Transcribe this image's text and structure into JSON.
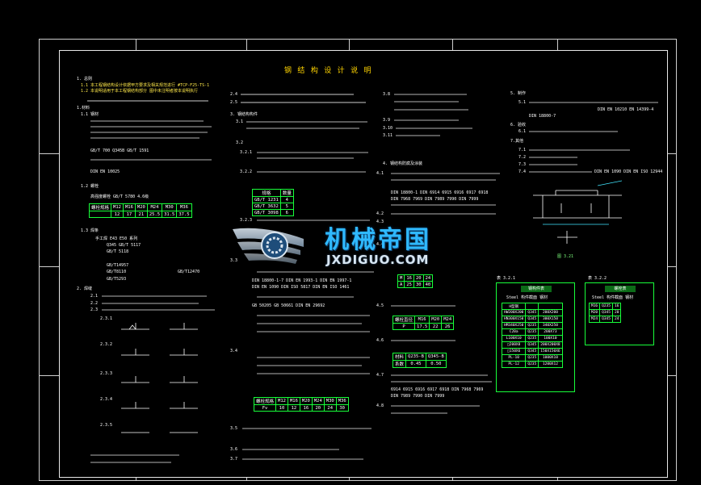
{
  "title": "钢 结 构 设 计 说 明",
  "watermark": {
    "name": "机械帝国",
    "url": "JXDIGUO.COM"
  },
  "col1": {
    "s1": "1. 总则",
    "l1": "1.1 本工程钢结构设计依据甲方要求及相关规范进行  #TCP-F25-TS-1",
    "l2": "1.2 本说明适用于本工程钢结构部分  图中未注明者按本说明执行",
    "s2": "1.材料",
    "m1": "1.1 钢材",
    "m2": "GB/T 700 Q345B GB/T 1591",
    "m3": "DIN EN 10025",
    "s3": "1.2 螺栓",
    "bolt_sub": "高强度螺栓 GB/T 5780 4.6级",
    "bolt_headers": [
      "螺栓规格",
      "M12",
      "M16",
      "M20",
      "M24",
      "M30",
      "M36"
    ],
    "bolt_values": [
      "",
      "12",
      "17",
      "21",
      "25.5",
      "31.5",
      "37.5"
    ],
    "s4": "1.3 焊条",
    "w1": "手工焊 E43 E50 系列",
    "w2": "Q345 GB/T 5117",
    "w3": "GB/T 5118",
    "w4": "GB/T14957",
    "w5": "GB/T8110",
    "w6": "GB/T5293",
    "w7": "GB/T12470",
    "s5": "2. 焊缝",
    "ws": [
      "2.1",
      "2.2",
      "2.3",
      "2.3.1",
      "2.3.2",
      "2.3.3",
      "2.3.4",
      "2.3.5"
    ]
  },
  "col2": {
    "a1": "2.4",
    "a2": "2.5",
    "b1": "3. 钢结构构件",
    "b2": "3.1",
    "b3": "3.2",
    "b4": "3.2.1",
    "b5": "3.2.2",
    "t3_headers": [
      "规格",
      "数量"
    ],
    "t3_rows": [
      [
        "GB/T 1231",
        "4"
      ],
      [
        "GB/T 3632",
        "5"
      ],
      [
        "GB/T 3098",
        "6"
      ]
    ],
    "b6": "3.2.3",
    "b7": "3.3",
    "std1": "DIN 18800-1-7  DIN EN 1993-1  DIN EN 1997-1",
    "std2": "DIN EN 1090  DIN ISO 5817  DIN EN ISO 1461",
    "std3": "GB 50205  GB 50661  DIN EN 29692",
    "d1": "3.4",
    "t4_headers": [
      "螺栓规格",
      "M12",
      "M16",
      "M20",
      "M24",
      "M30",
      "M36"
    ],
    "t4_values": [
      "Fv",
      "10",
      "12",
      "16",
      "20",
      "24",
      "30"
    ],
    "e1": "3.5",
    "e2": "3.6",
    "e3": "3.7"
  },
  "col3": {
    "a1": "3.8",
    "a2": "3.9",
    "a3": "3.10",
    "a4": "3.11",
    "s4": "4. 钢结构防腐及涂装",
    "l41": "4.1",
    "std4": "DIN 18800-1  DIN 6914  6915  6916  6917  6918",
    "std5": "DIN 7968  7969  DIN 7989  7990  DIN 7999",
    "l42": "4.2",
    "l43": "4.3",
    "l44": "4.4",
    "t44_headers": [
      "M",
      "16",
      "20",
      "24"
    ],
    "t44_values": [
      "A",
      "25",
      "30",
      "40"
    ],
    "l45": "4.5",
    "t45_headers": [
      "螺栓直径",
      "M16",
      "M20",
      "M24"
    ],
    "t45_values": [
      "P",
      "17.5",
      "22",
      "26"
    ],
    "l46": "4.6",
    "t46_headers": [
      "材料",
      "Q235-B",
      "Q345-B"
    ],
    "t46_values": [
      "系数",
      "0.45",
      "0.50"
    ],
    "l47": "4.7",
    "std6": "6914  6915  6916  6917  6918  DIN 7968  7969",
    "std7": "DIN 7989  7990  DIN 7999",
    "l48": "4.8"
  },
  "col4": {
    "s5": "5. 制作",
    "l51": "5.1",
    "std8": "DIN EN 10210  EN 14399-4",
    "std9": "DIN 18800-7",
    "s6": "6. 验收",
    "l61": "6.1",
    "s7": "7.其他",
    "l71": "7.1",
    "l72": "7.2",
    "l73": "7.3",
    "l74": "7.4",
    "std10": "DIN EN 1090 DIN EN ISO 12944",
    "fig": "图 3.21",
    "p1_label": "表 3.2.1",
    "p1_title": "钢构件表",
    "p1_sub": "Steel 构件截面  钢材",
    "p1_rows": [
      [
        "H型钢",
        "",
        ""
      ],
      [
        "HW200X200",
        "Q345",
        "200X200"
      ],
      [
        "HN300X150",
        "Q345",
        "300X150"
      ],
      [
        "HM340X250",
        "Q235",
        "340X250"
      ],
      [
        "C20a",
        "Q235",
        "200X73"
      ],
      [
        "L100X10",
        "Q235",
        "100X10"
      ],
      [
        "□200X8",
        "Q345",
        "200X200X8"
      ],
      [
        "□150X6",
        "Q345",
        "150X150X6"
      ],
      [
        "PL-10",
        "Q235",
        "1000X10"
      ],
      [
        "PL-12",
        "Q235",
        "1200X12"
      ]
    ],
    "p2_label": "表 3.2.2",
    "p2_title": "螺栓表",
    "p2_sub": "Steel 构件截面  钢材",
    "p2_rows": [
      [
        "M16",
        "Q235",
        "16"
      ],
      [
        "M20",
        "Q345",
        "20"
      ],
      [
        "M24",
        "Q345",
        "24"
      ]
    ]
  },
  "colors": {
    "green": "#18ff3a",
    "yellow": "#ffd400",
    "cyan": "#42e6ff",
    "watermark": "#2fb9ff"
  }
}
